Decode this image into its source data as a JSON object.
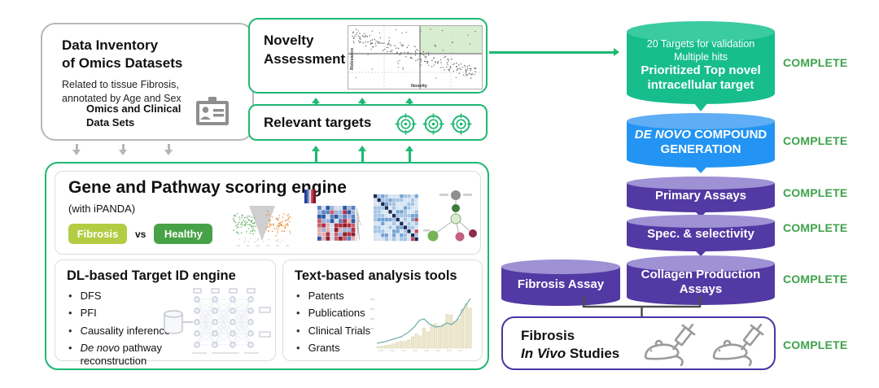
{
  "colors": {
    "accent_green": "#1db873",
    "arrow_gray": "#b5b5b5",
    "status_green": "#3fa24b",
    "invivo_border": "#4536a5",
    "cyl_green_body": "#17bd8d",
    "cyl_green_top": "#3acba0",
    "cyl_blue_body": "#2394f3",
    "cyl_blue_top": "#5fadf4",
    "cyl_purple_body": "#5339a3",
    "cyl_purple_top": "#9e91d4",
    "pill_fibrosis": "#b3cc43",
    "pill_healthy": "#47a247",
    "plot_highlight": "#d8ecd0"
  },
  "data_inventory": {
    "title": "Data Inventory\nof Omics Datasets",
    "subtitle": "Related to tissue Fibrosis,\nannotated by Age and Sex",
    "datasets_label": "Omics and Clinical\nData Sets"
  },
  "novelty_box": {
    "title": "Novelty\nAssessment",
    "plot_xlabel": "Novelty",
    "plot_ylabel": "Relevance"
  },
  "relevant_targets": {
    "label": "Relevant targets"
  },
  "scoring_engine": {
    "title": "Gene and Pathway scoring engine",
    "subtitle": "(with iPANDA)",
    "pill_left": "Fibrosis",
    "vs_label": "vs",
    "pill_right": "Healthy",
    "dl": {
      "title": "DL-based Target ID engine",
      "bullets": [
        "DFS",
        "PFI",
        "Causality inference"
      ],
      "bullet_italic": "De novo",
      "bullet_italic_rest": " pathway reconstruction"
    },
    "text_tools": {
      "title": "Text-based analysis tools",
      "bullets": [
        "Patents",
        "Publications",
        "Clinical Trials",
        "Grants"
      ]
    }
  },
  "pipeline": {
    "target": {
      "line_normal": "20 Targets for validation\nMultiple hits",
      "line_bold": "Prioritized Top novel\nintracellular target"
    },
    "denovo": {
      "italic": "DE NOVO",
      "rest": " COMPOUND\nGENERATION"
    },
    "primary": "Primary Assays",
    "spec": "Spec. & selectivity",
    "fibrosis_assay": "Fibrosis Assay",
    "collagen": "Collagen Production\nAssays"
  },
  "invivo": {
    "line1": "Fibrosis",
    "line2_italic": "In Vivo",
    "line2_rest": " Studies"
  },
  "statuses": [
    "COMPLETE",
    "COMPLETE",
    "COMPLETE",
    "COMPLETE",
    "COMPLETE",
    "COMPLETE"
  ],
  "chart_data": [
    {
      "type": "scatter",
      "title": "Novelty Assessment quadrant plot (inset)",
      "xlabel": "Novelty",
      "ylabel": "Relevance",
      "legend_position": "none",
      "annotation": "unlabeled decorative point cloud (~200 points) descending from high relevance / low novelty to low relevance / high novelty; high-novelty high-relevance quadrant shaded light green",
      "axis_ranges": "unlabeled"
    },
    {
      "type": "bar",
      "title": "Text-mining trend inset (decorative)",
      "annotation": "unlabeled rising bar series with teal trend line, axes ticks illegible"
    }
  ]
}
